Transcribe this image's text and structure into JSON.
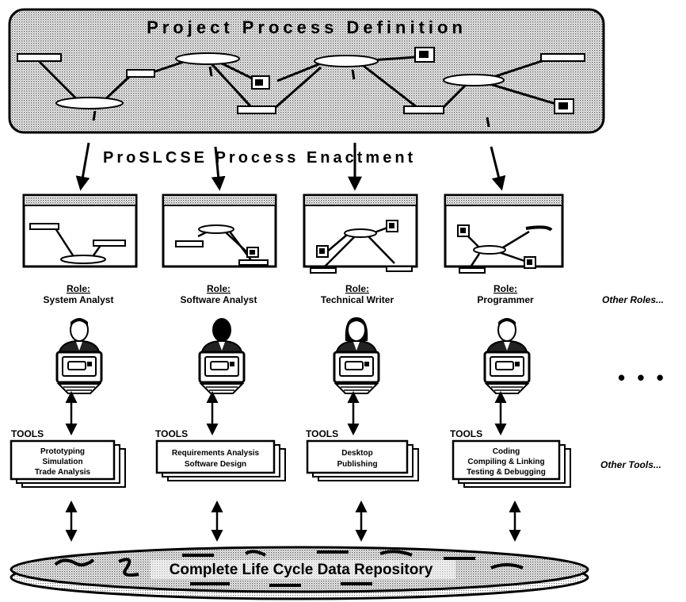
{
  "title": "Project Process Definition",
  "enactment": "ProSLCSE Process Enactment",
  "roles": [
    {
      "role_label": "Role:",
      "name": "System Analyst",
      "tools_label": "TOOLS",
      "tools": [
        "Prototyping",
        "Simulation",
        "Trade Analysis"
      ]
    },
    {
      "role_label": "Role:",
      "name": "Software Analyst",
      "tools_label": "TOOLS",
      "tools": [
        "Requirements Analysis",
        "Software Design"
      ]
    },
    {
      "role_label": "Role:",
      "name": "Technical Writer",
      "tools_label": "TOOLS",
      "tools": [
        "Desktop",
        "Publishing"
      ]
    },
    {
      "role_label": "Role:",
      "name": "Programmer",
      "tools_label": "TOOLS",
      "tools": [
        "Coding",
        "Compiling & Linking",
        "Testing & Debugging"
      ]
    }
  ],
  "other_roles": "Other Roles...",
  "ellipsis": "• • •",
  "other_tools": "Other Tools...",
  "repository": "Complete Life Cycle Data Repository"
}
